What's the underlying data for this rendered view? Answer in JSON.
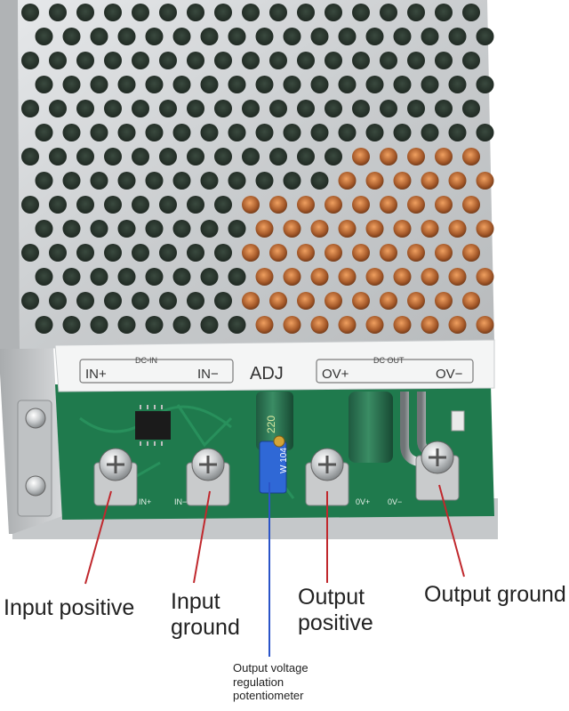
{
  "device": {
    "panel": {
      "dc_in": "DC-IN",
      "in_pos": "IN+",
      "in_neg": "IN−",
      "adj": "ADJ",
      "dc_out": "DC OUT",
      "out_pos": "OV+",
      "out_neg": "OV−"
    },
    "pcb": {
      "in_pos": "IN+",
      "in_neg": "IN−",
      "out_pos": "0V+",
      "out_neg": "0V−",
      "pot_marking": "W 104",
      "cap_marking": "220"
    }
  },
  "callouts": {
    "input_positive": "Input positive",
    "input_ground_line1": "Input",
    "input_ground_line2": "ground",
    "output_positive_line1": "Output",
    "output_positive_line2": "positive",
    "output_ground": "Output ground",
    "potentiometer_line1": "Output voltage",
    "potentiometer_line2": "regulation",
    "potentiometer_line3": "potentiometer"
  },
  "colors": {
    "callout_line": "#c0282d",
    "pot_line": "#2b54c8",
    "pcb": "#1f7a4d",
    "chassis": "#cfd2d4"
  }
}
